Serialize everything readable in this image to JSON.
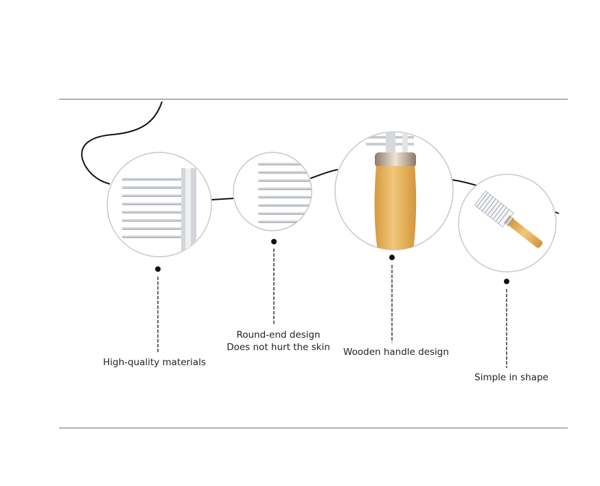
{
  "features": [
    {
      "id": "high-quality-materials",
      "lines": [
        "High-quality materials"
      ]
    },
    {
      "id": "round-end-design",
      "lines": [
        "Round-end design",
        "Does not hurt the skin"
      ]
    },
    {
      "id": "wooden-handle-design",
      "lines": [
        "Wooden handle design"
      ]
    },
    {
      "id": "simple-in-shape",
      "lines": [
        "Simple in shape"
      ]
    }
  ],
  "colors": {
    "rule": "#6e6e6e",
    "cord": "#111111",
    "circle_border": "#c8c8c8",
    "wood": "#e7b25c",
    "steel": "#c9ccd0",
    "text": "#222222"
  }
}
